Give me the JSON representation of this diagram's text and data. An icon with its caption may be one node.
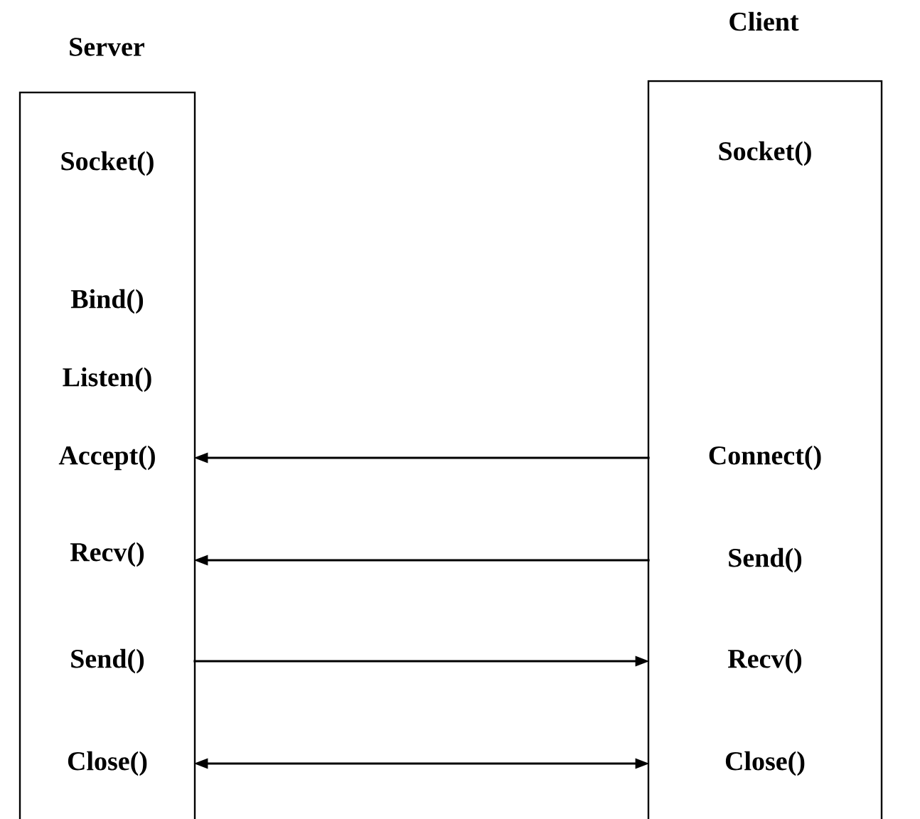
{
  "diagram": {
    "nodes": [
      {
        "text": [
          "Server"
        ]
      },
      {
        "text": [
          "Socket()"
        ],
        "in": 0
      },
      {
        "text": [
          "Bind()"
        ],
        "in": 0
      },
      {
        "text": [
          "Listen()"
        ],
        "in": 0
      },
      {
        "text": [
          "Accept()"
        ],
        "in": 0
      },
      {
        "text": [
          "Recv()"
        ],
        "in": 0
      },
      {
        "text": [
          "Send()"
        ],
        "in": 0
      },
      {
        "text": [
          "Close()"
        ],
        "in": 0
      },
      {
        "text": [
          "Client"
        ]
      },
      {
        "text": [
          "Socket()"
        ],
        "in": 8
      },
      {
        "text": [
          "Connect()"
        ],
        "in": 8
      },
      {
        "text": [
          "Send()"
        ],
        "in": 8
      },
      {
        "text": [
          "Recv()"
        ],
        "in": 8
      },
      {
        "text": [
          "Close()"
        ],
        "in": 8
      }
    ],
    "edges": [
      {
        "from": 10,
        "to": 4,
        "arrow": "to"
      },
      {
        "from": 11,
        "to": 5,
        "arrow": "to"
      },
      {
        "from": 6,
        "to": 12,
        "arrow": "to"
      },
      {
        "from": 7,
        "to": 13,
        "arrow": "both"
      }
    ]
  }
}
